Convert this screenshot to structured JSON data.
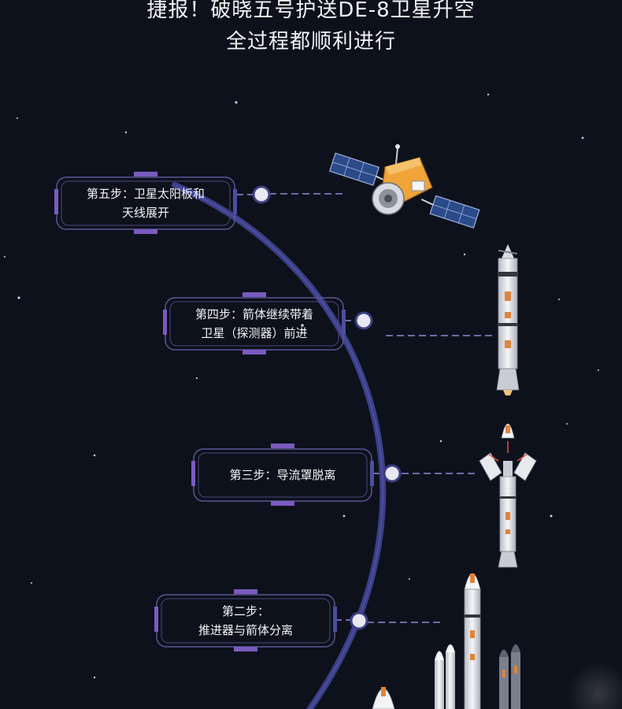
{
  "headline": {
    "line1": "捷报！破晓五号护送DE-8卫星升空",
    "line2": "全过程都顺利进行"
  },
  "steps": [
    {
      "line1": "第五步：卫星太阳板和",
      "line2": "天线展开"
    },
    {
      "line1": "第四步：箭体继续带着",
      "line2": "卫星（探测器）前进"
    },
    {
      "line1": "第三步：导流罩脱离",
      "line2": ""
    },
    {
      "line1": "第二步：",
      "line2": "推进器与箭体分离"
    }
  ],
  "colors": {
    "background": "#0d111b",
    "orbit": "#3c3f86",
    "frame": "#6a5fa6",
    "accent": "#7a5bc0",
    "connector": "#6c6aa8"
  }
}
